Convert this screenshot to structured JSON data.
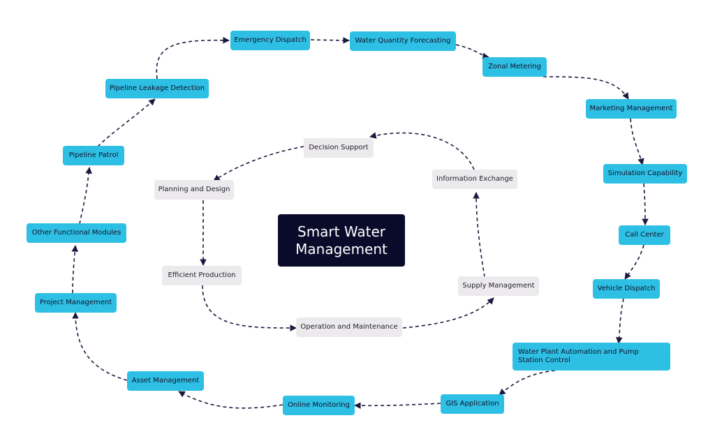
{
  "center": {
    "title": "Smart Water Management"
  },
  "outer_nodes": [
    {
      "id": "emergency_dispatch",
      "label": "Emergency Dispatch"
    },
    {
      "id": "water_quantity_forecasting",
      "label": "Water Quantity Forecasting"
    },
    {
      "id": "zonal_metering",
      "label": "Zonal Metering"
    },
    {
      "id": "marketing_management",
      "label": "Marketing Management"
    },
    {
      "id": "simulation_capability",
      "label": "Simulation Capability"
    },
    {
      "id": "call_center",
      "label": "Call Center"
    },
    {
      "id": "vehicle_dispatch",
      "label": "Vehicle Dispatch"
    },
    {
      "id": "water_plant_automation",
      "label": "Water Plant Automation and Pump Station Control"
    },
    {
      "id": "gis_application",
      "label": "GIS Application"
    },
    {
      "id": "online_monitoring",
      "label": "Online Monitoring"
    },
    {
      "id": "asset_management",
      "label": "Asset Management"
    },
    {
      "id": "project_management",
      "label": "Project Management"
    },
    {
      "id": "other_functional_modules",
      "label": "Other Functional Modules"
    },
    {
      "id": "pipeline_patrol",
      "label": "Pipeline Patrol"
    },
    {
      "id": "pipeline_leakage_detection",
      "label": "Pipeline Leakage Detection"
    }
  ],
  "inner_nodes": [
    {
      "id": "decision_support",
      "label": "Decision Support"
    },
    {
      "id": "planning_and_design",
      "label": "Planning and Design"
    },
    {
      "id": "efficient_production",
      "label": "Efficient Production"
    },
    {
      "id": "operation_and_maintenance",
      "label": "Operation and Maintenance"
    },
    {
      "id": "supply_management",
      "label": "Supply Management"
    },
    {
      "id": "information_exchange",
      "label": "Information Exchange"
    }
  ],
  "colors": {
    "outer_fill": "#2ec0e4",
    "inner_fill": "#eceaec",
    "center_fill": "#0a0a2a",
    "edge": "#1a1a3e"
  }
}
